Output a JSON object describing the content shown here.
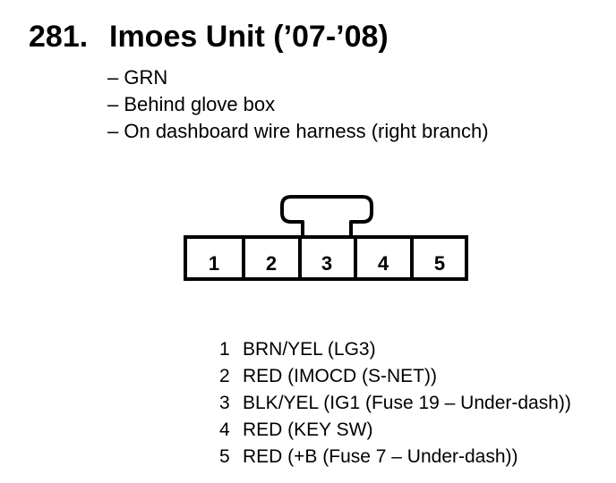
{
  "title": {
    "number": "281.",
    "text": "Imoes Unit (’07-’08)"
  },
  "notes": [
    "GRN",
    "Behind glove box",
    "On dashboard wire harness (right branch)"
  ],
  "connector": {
    "pins": [
      "1",
      "2",
      "3",
      "4",
      "5"
    ]
  },
  "pin_assignments": [
    {
      "pin": "1",
      "desc": "BRN/YEL (LG3)"
    },
    {
      "pin": "2",
      "desc": "RED (IMOCD (S-NET))"
    },
    {
      "pin": "3",
      "desc": "BLK/YEL (IG1 (Fuse 19 – Under-dash))"
    },
    {
      "pin": "4",
      "desc": "RED (KEY SW)"
    },
    {
      "pin": "5",
      "desc": "RED (+B (Fuse 7 – Under-dash))"
    }
  ]
}
